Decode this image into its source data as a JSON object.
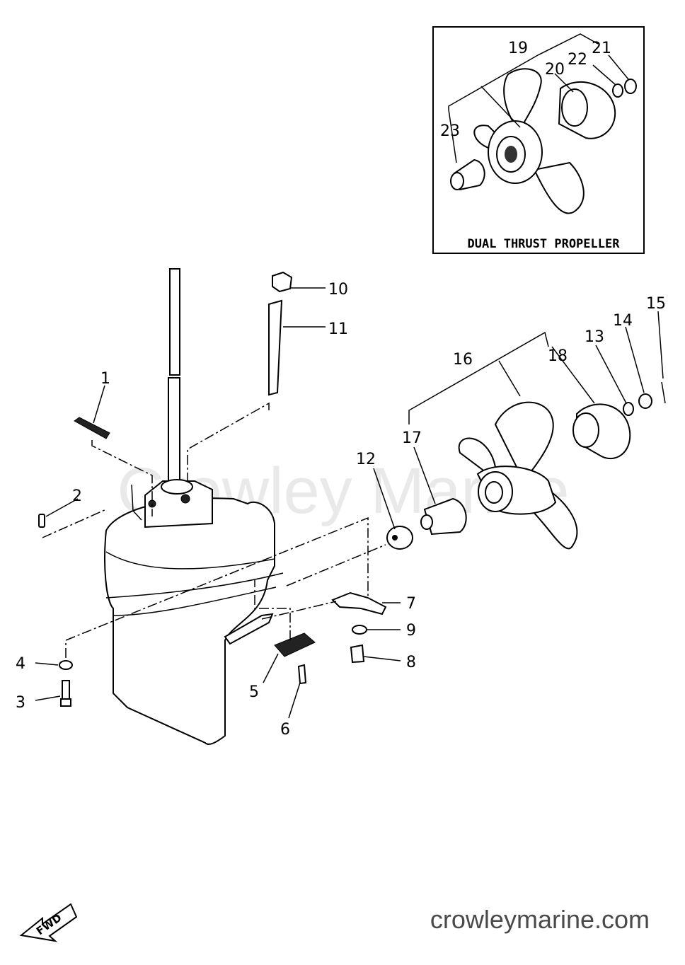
{
  "watermark": "Crowley Marine",
  "website": "crowleymarine.com",
  "inset": {
    "title": "DUAL THRUST PROPELLER",
    "callouts": [
      "19",
      "21",
      "22",
      "20",
      "23"
    ]
  },
  "fwd_arrow": "FWD",
  "callouts": [
    "1",
    "2",
    "3",
    "4",
    "5",
    "6",
    "7",
    "8",
    "9",
    "10",
    "11",
    "12",
    "13",
    "14",
    "15",
    "16",
    "17",
    "18"
  ]
}
